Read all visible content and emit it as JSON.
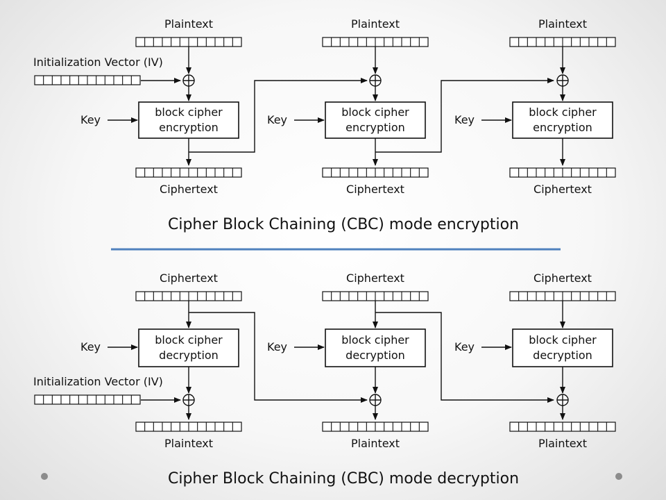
{
  "encryption": {
    "caption": "Cipher Block Chaining (CBC) mode encryption",
    "iv_label": "Initialization Vector (IV)",
    "blocks": [
      {
        "top_label": "Plaintext",
        "key_label": "Key",
        "cipher_line1": "block cipher",
        "cipher_line2": "encryption",
        "bottom_label": "Ciphertext"
      },
      {
        "top_label": "Plaintext",
        "key_label": "Key",
        "cipher_line1": "block cipher",
        "cipher_line2": "encryption",
        "bottom_label": "Ciphertext"
      },
      {
        "top_label": "Plaintext",
        "key_label": "Key",
        "cipher_line1": "block cipher",
        "cipher_line2": "encryption",
        "bottom_label": "Ciphertext"
      }
    ]
  },
  "decryption": {
    "caption": "Cipher Block Chaining (CBC) mode decryption",
    "iv_label": "Initialization Vector (IV)",
    "blocks": [
      {
        "top_label": "Ciphertext",
        "key_label": "Key",
        "cipher_line1": "block cipher",
        "cipher_line2": "decryption",
        "bottom_label": "Plaintext"
      },
      {
        "top_label": "Ciphertext",
        "key_label": "Key",
        "cipher_line1": "block cipher",
        "cipher_line2": "decryption",
        "bottom_label": "Plaintext"
      },
      {
        "top_label": "Ciphertext",
        "key_label": "Key",
        "cipher_line1": "block cipher",
        "cipher_line2": "decryption",
        "bottom_label": "Plaintext"
      }
    ]
  },
  "colors": {
    "divider": "#4f81bd",
    "ink": "#111111",
    "dots": "#8c8c8c"
  },
  "icons": [
    "xor-icon",
    "arrow-icon",
    "dot-icon"
  ]
}
